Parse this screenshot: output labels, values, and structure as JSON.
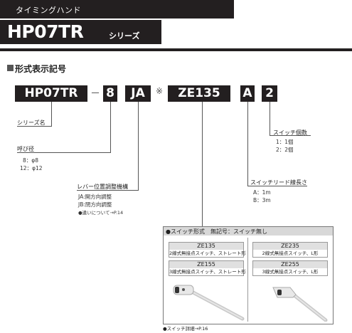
{
  "header": {
    "category": "タイミングハンド",
    "model": "HP07TR",
    "series_suffix": "シリーズ"
  },
  "section": {
    "title": "形式表示記号"
  },
  "model_code": {
    "series": "HP07TR",
    "dash1": "－",
    "size": "8",
    "lever": "JA",
    "mark": "※",
    "switch": "ZE135",
    "lead": "A",
    "count": "2"
  },
  "annotations": {
    "series_name": "シリーズ名",
    "bore": {
      "label": "呼び径",
      "options": [
        "8：φ8",
        "12：φ12"
      ]
    },
    "lever": {
      "label": "レバー位置調整機構",
      "options": [
        "JA:開方向調整",
        "JB:閉方向調整"
      ],
      "note": "●違いについて→P.14"
    },
    "switch_count": {
      "label": "スイッチ個数",
      "options": [
        "1：1個",
        "2：2個"
      ]
    },
    "lead_length": {
      "label": "スイッチリード線長さ",
      "options": [
        "A：1m",
        "B：3m"
      ]
    }
  },
  "switch_box": {
    "title": "●スイッチ形式　無記号：スイッチ無し",
    "left": [
      {
        "code": "ZE135",
        "desc": "2線式無接点スイッチ、ストレート形"
      },
      {
        "code": "ZE155",
        "desc": "3線式無接点スイッチ、ストレート形"
      }
    ],
    "right": [
      {
        "code": "ZE235",
        "desc": "2線式無接点スイッチ、L形"
      },
      {
        "code": "ZE255",
        "desc": "3線式無接点スイッチ、L形"
      }
    ],
    "footnote": "●スイッチ詳細→P.16"
  }
}
